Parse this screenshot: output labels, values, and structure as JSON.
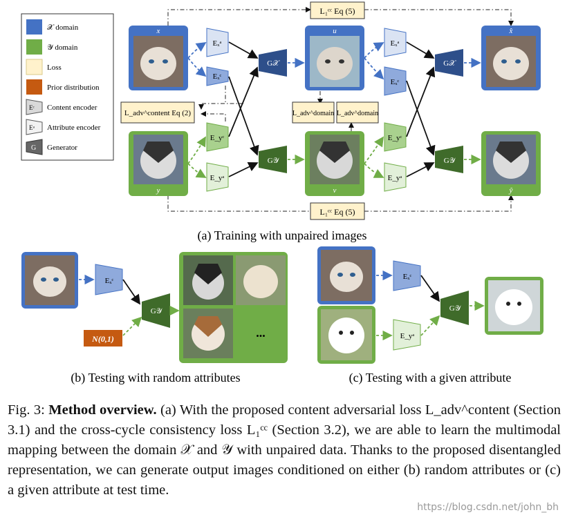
{
  "legend": {
    "x_domain": "𝒳 domain",
    "y_domain": "𝒴 domain",
    "loss": "Loss",
    "prior": "Prior distribution",
    "content_enc": "Content encoder",
    "attr_enc": "Attribute encoder",
    "generator": "Generator",
    "icon_content": "Eᶜ",
    "icon_attr": "Eᵃ",
    "icon_gen": "G"
  },
  "diagram_a": {
    "img_x": "x",
    "img_y": "y",
    "img_u": "u",
    "img_v": "v",
    "img_xhat": "x̂",
    "img_yhat": "ŷ",
    "ea_x": "Eₓᵃ",
    "ec_x": "Eₓᶜ",
    "ec_y": "E_yᶜ",
    "ea_y": "E_yᵃ",
    "g_x": "G𝒳",
    "g_y": "G𝒴",
    "loss_cc_top": "L₁ᶜᶜ Eq (5)",
    "loss_cc_bottom": "L₁ᶜᶜ Eq (5)",
    "loss_content": "L_adv^content Eq (2)",
    "loss_domain1": "L_adv^domain",
    "loss_domain2": "L_adv^domain",
    "caption": "(a) Training with unpaired images"
  },
  "diagram_b": {
    "ec_x": "Eₓᶜ",
    "g_y": "G𝒴",
    "prior": "N(0,1)",
    "ellipsis": "...",
    "caption": "(b) Testing with random attributes"
  },
  "diagram_c": {
    "ec_x": "Eₓᶜ",
    "ea_y": "E_yᵃ",
    "g_y": "G𝒴",
    "caption": "(c) Testing with a given attribute"
  },
  "caption": {
    "prefix": "Fig. 3: ",
    "bold": "Method overview.",
    "text": " (a) With the proposed content adversarial loss L_adv^content (Section 3.1) and the cross-cycle consistency loss L₁ᶜᶜ (Section 3.2), we are able to learn the multimodal mapping between the domain 𝒳 and 𝒴 with unpaired data. Thanks to the proposed disentangled representation, we can generate output images conditioned on either (b) random attributes or (c) a given attribute at test time."
  },
  "watermark": "https://blog.csdn.net/john_bh",
  "colors": {
    "x_domain": "#4472c4",
    "y_domain": "#70ad47",
    "loss": "#fff2cc",
    "prior": "#c55a11",
    "gen_x": "#2e4f8a",
    "gen_y": "#3f6b2a"
  }
}
